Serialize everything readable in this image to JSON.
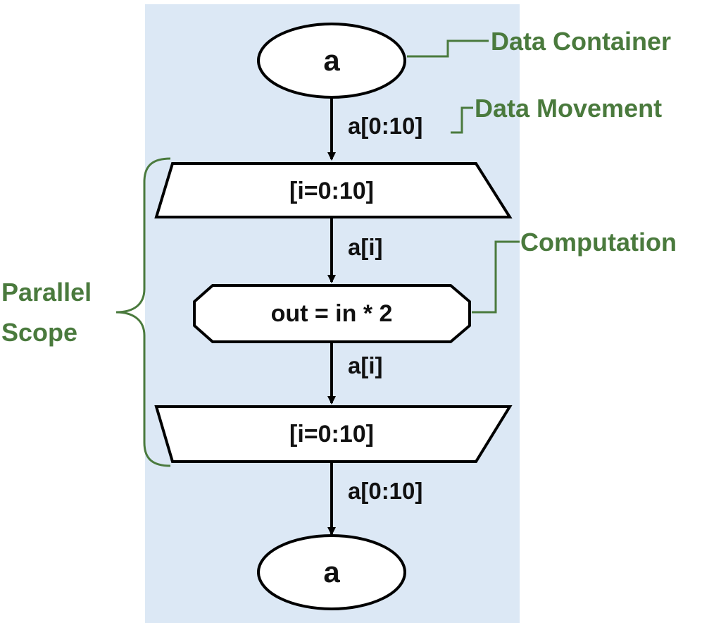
{
  "colors": {
    "background_panel": "#dce8f5",
    "annotation": "#4a7a3d",
    "shape_stroke": "#000000",
    "shape_fill": "#ffffff"
  },
  "nodes": {
    "top_container": "a",
    "map_entry": "[i=0:10]",
    "tasklet": "out = in * 2",
    "map_exit": "[i=0:10]",
    "bottom_container": "a"
  },
  "edges": {
    "entry_memlet": "a[0:10]",
    "inner_in_memlet": "a[i]",
    "inner_out_memlet": "a[i]",
    "exit_memlet": "a[0:10]"
  },
  "annotations": {
    "data_container": "Data Container",
    "data_movement": "Data Movement",
    "computation": "Computation",
    "parallel_scope_line1": "Parallel",
    "parallel_scope_line2": "Scope"
  }
}
